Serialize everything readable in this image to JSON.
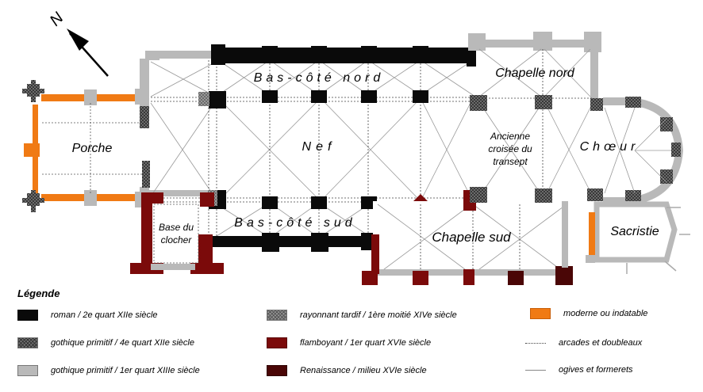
{
  "north_label": "N",
  "colors": {
    "roman": "#0a0a0a",
    "gothique_primitif_4e": "#7a7a7a",
    "gothique_primitif_1er": "#b9b9b9",
    "rayonnant": "#9a9a9a",
    "flamboyant": "#7b0a0a",
    "renaissance": "#4a0606",
    "moderne": "#f07a14"
  },
  "plan_labels": {
    "porche": "Porche",
    "nef": "Nef",
    "bas_cote_nord": "Bas-côté nord",
    "bas_cote_sud": "Bas-côté sud",
    "chapelle_nord": "Chapelle nord",
    "chapelle_sud": "Chapelle sud",
    "croisee_1": "Ancienne",
    "croisee_2": "croisée du",
    "croisee_3": "transept",
    "choeur": "Chœur",
    "sacristie": "Sacristie",
    "clocher_1": "Base du",
    "clocher_2": "clocher"
  },
  "legend": {
    "title": "Légende",
    "items": [
      {
        "label": "roman / 2e quart XIIe siècle",
        "swatch": "roman"
      },
      {
        "label": "gothique primitif / 4e quart XIIe siècle",
        "swatch": "gothique_primitif_4e"
      },
      {
        "label": "gothique primitif / 1er quart XIIIe siècle",
        "swatch": "gothique_primitif_1er"
      },
      {
        "label": "rayonnant tardif / 1ère moitié  XIVe siècle",
        "swatch": "rayonnant"
      },
      {
        "label": "flamboyant / 1er quart  XVIe siècle",
        "swatch": "flamboyant"
      },
      {
        "label": "Renaissance  / milieu  XVIe siècle",
        "swatch": "renaissance"
      },
      {
        "label": "moderne ou indatable",
        "swatch": "moderne"
      },
      {
        "label": "arcades et doubleaux",
        "swatch": "dotted-line"
      },
      {
        "label": "ogives et formerets",
        "swatch": "solid-line"
      }
    ]
  }
}
